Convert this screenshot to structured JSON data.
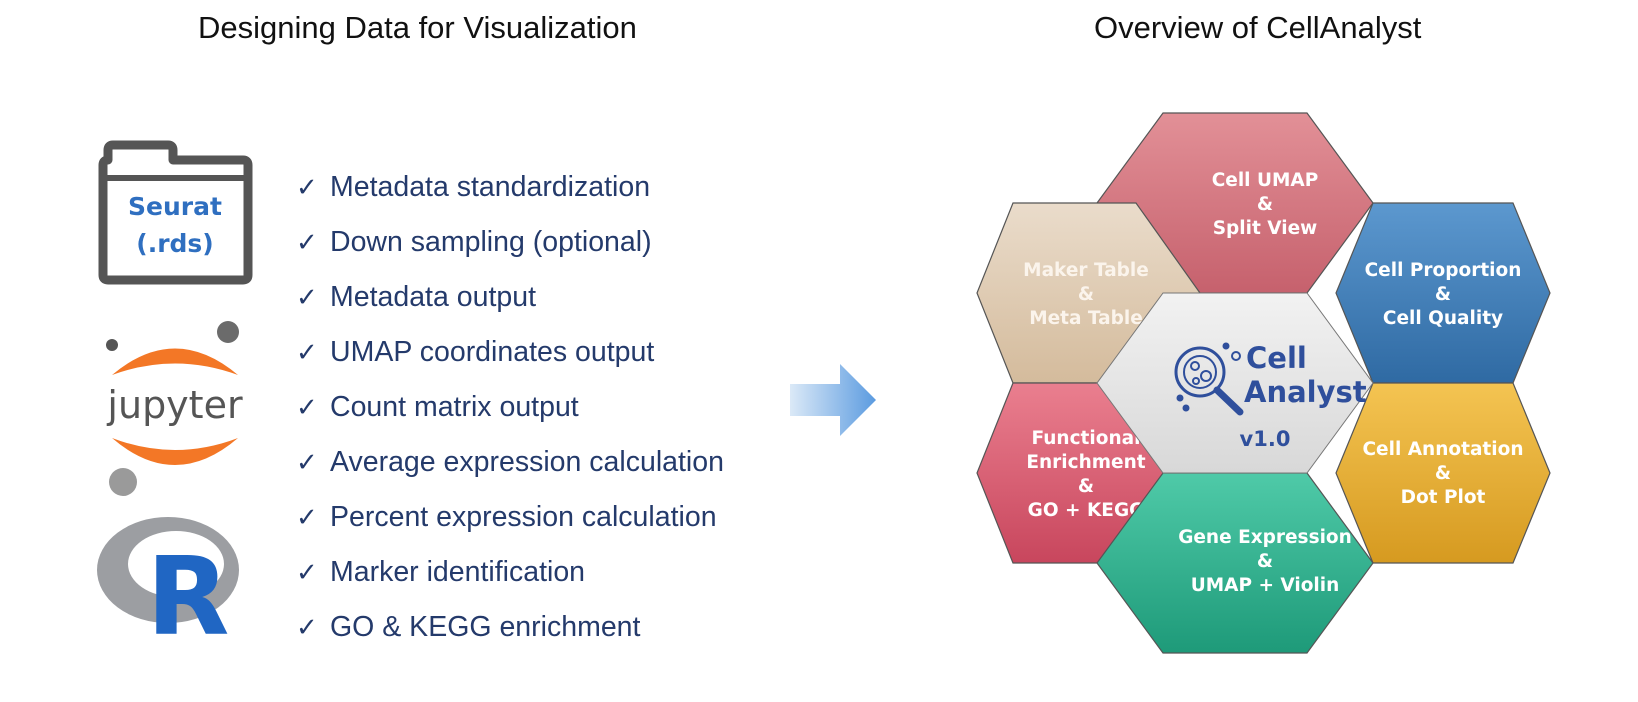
{
  "left_title": "Designing Data for Visualization",
  "right_title": "Overview of CellAnalyst",
  "seurat_icon": {
    "line1": "Seurat",
    "line2": "(.rds)"
  },
  "jupyter_icon": {
    "label": "jupyter",
    "color": "#f37726"
  },
  "r_icon": {
    "label": "R",
    "color": "#2066c3"
  },
  "check_mark": "✓",
  "steps": [
    "Metadata standardization",
    "Down sampling (optional)",
    "Metadata output",
    "UMAP coordinates output",
    "Count matrix output",
    "Average expression calculation",
    "Percent expression calculation",
    "Marker identification",
    "GO & KEGG enrichment"
  ],
  "hexagons": {
    "top": {
      "lines": [
        "Cell UMAP",
        "&",
        "Split View"
      ],
      "color": "#d2717a"
    },
    "upper_left": {
      "lines": [
        "Maker Table",
        "&",
        "Meta Table"
      ],
      "color": "#dcc6ad"
    },
    "upper_right": {
      "lines": [
        "Cell Proportion",
        "&",
        "Cell Quality"
      ],
      "color": "#3e7bb5"
    },
    "lower_left": {
      "lines": [
        "Functional",
        "Enrichment",
        "&",
        "GO + KEGG"
      ],
      "color": "#d8596f"
    },
    "lower_right": {
      "lines": [
        "Cell Annotation",
        "&",
        "Dot Plot"
      ],
      "color": "#e5ab2c"
    },
    "bottom": {
      "lines": [
        "Gene Expression",
        "&",
        "UMAP + Violin"
      ],
      "color": "#2bb08f"
    },
    "center": {
      "line1": "Cell",
      "line2": "Analyst",
      "version": "v1.0",
      "color": "#e4e4e4"
    }
  }
}
